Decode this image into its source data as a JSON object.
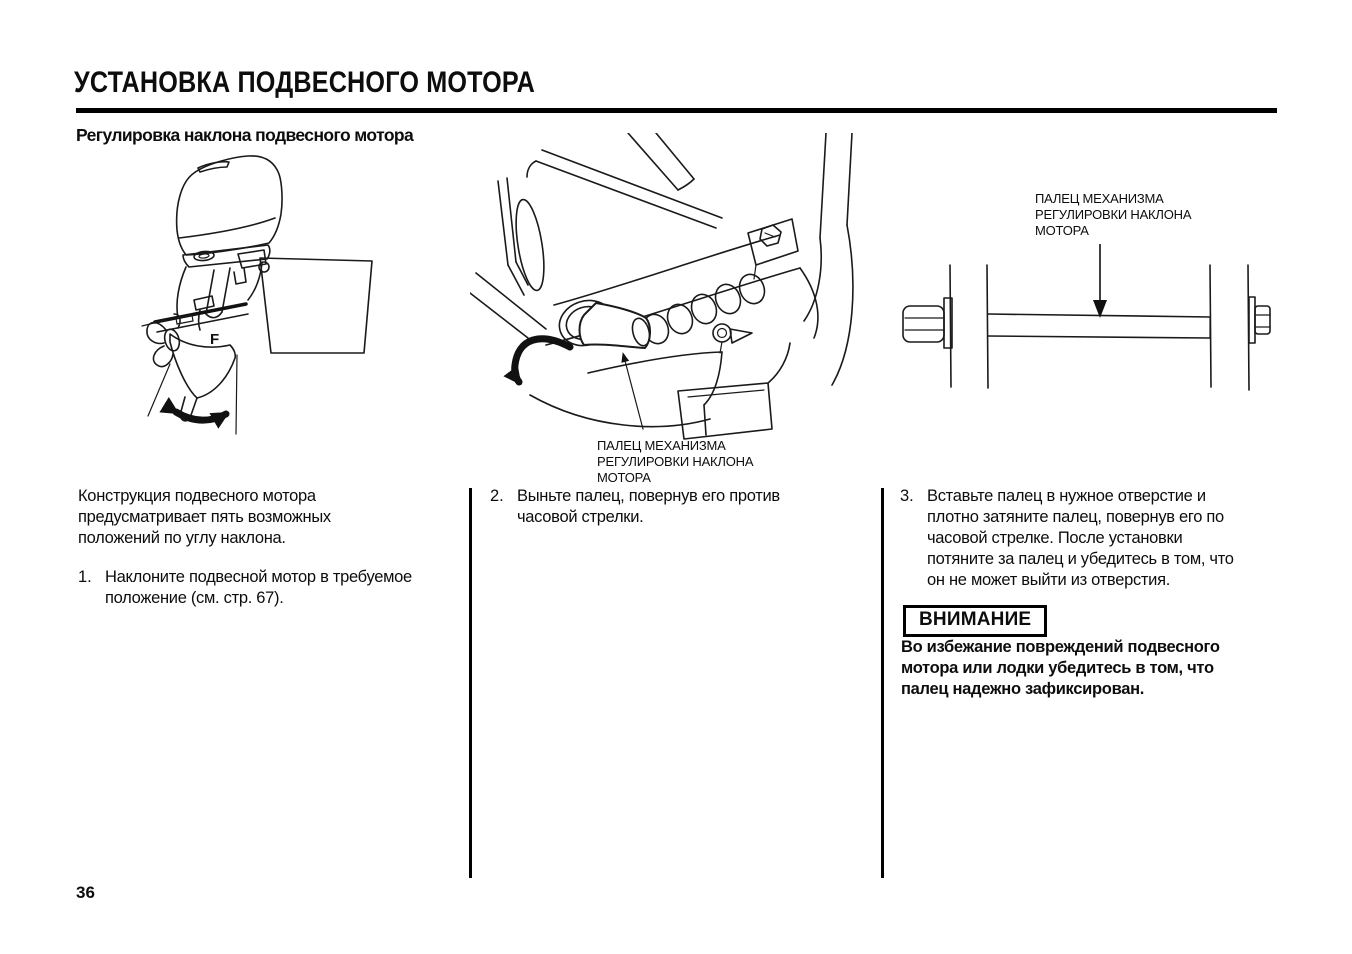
{
  "page": {
    "title": "УСТАНОВКА ПОДВЕСНОГО МОТОРА",
    "subtitle": "Регулировка наклона подвесного мотора",
    "page_number": "36"
  },
  "columns": {
    "col1": {
      "intro": "Конструкция подвесного мотора\nпредусматривает пять возможных\nположений по углу наклона.",
      "step_number": "1.",
      "step_text": "Наклоните подвесной мотор в требуемое\nположение (см. стр. 67)."
    },
    "col2": {
      "pin_label": "ПАЛЕЦ МЕХАНИЗМА\nРЕГУЛИРОВКИ НАКЛОНА\nМОТОРА",
      "step_number": "2.",
      "step_text": "Выньте палец, повернув его против\nчасовой стрелки."
    },
    "col3": {
      "pin_label": "ПАЛЕЦ МЕХАНИЗМА\nРЕГУЛИРОВКИ НАКЛОНА\nМОТОРА",
      "step_number": "3.",
      "step_text": "Вставьте палец в нужное отверстие и\nплотно затяните палец, повернув его по\nчасовой стрелке. После установки\nпотяните за палец и убедитесь в том, что\nон не может выйти из отверстия.",
      "caution_title": "ВНИМАНИЕ",
      "caution_text": "Во избежание повреждений подвесного\nмотора или лодки убедитесь в том, что\nпалец надежно зафиксирован."
    }
  },
  "illustrations": {
    "motor_marking": "F"
  },
  "colors": {
    "text": "#0d0d0d",
    "background": "#ffffff",
    "line": "#1a1a1a"
  }
}
